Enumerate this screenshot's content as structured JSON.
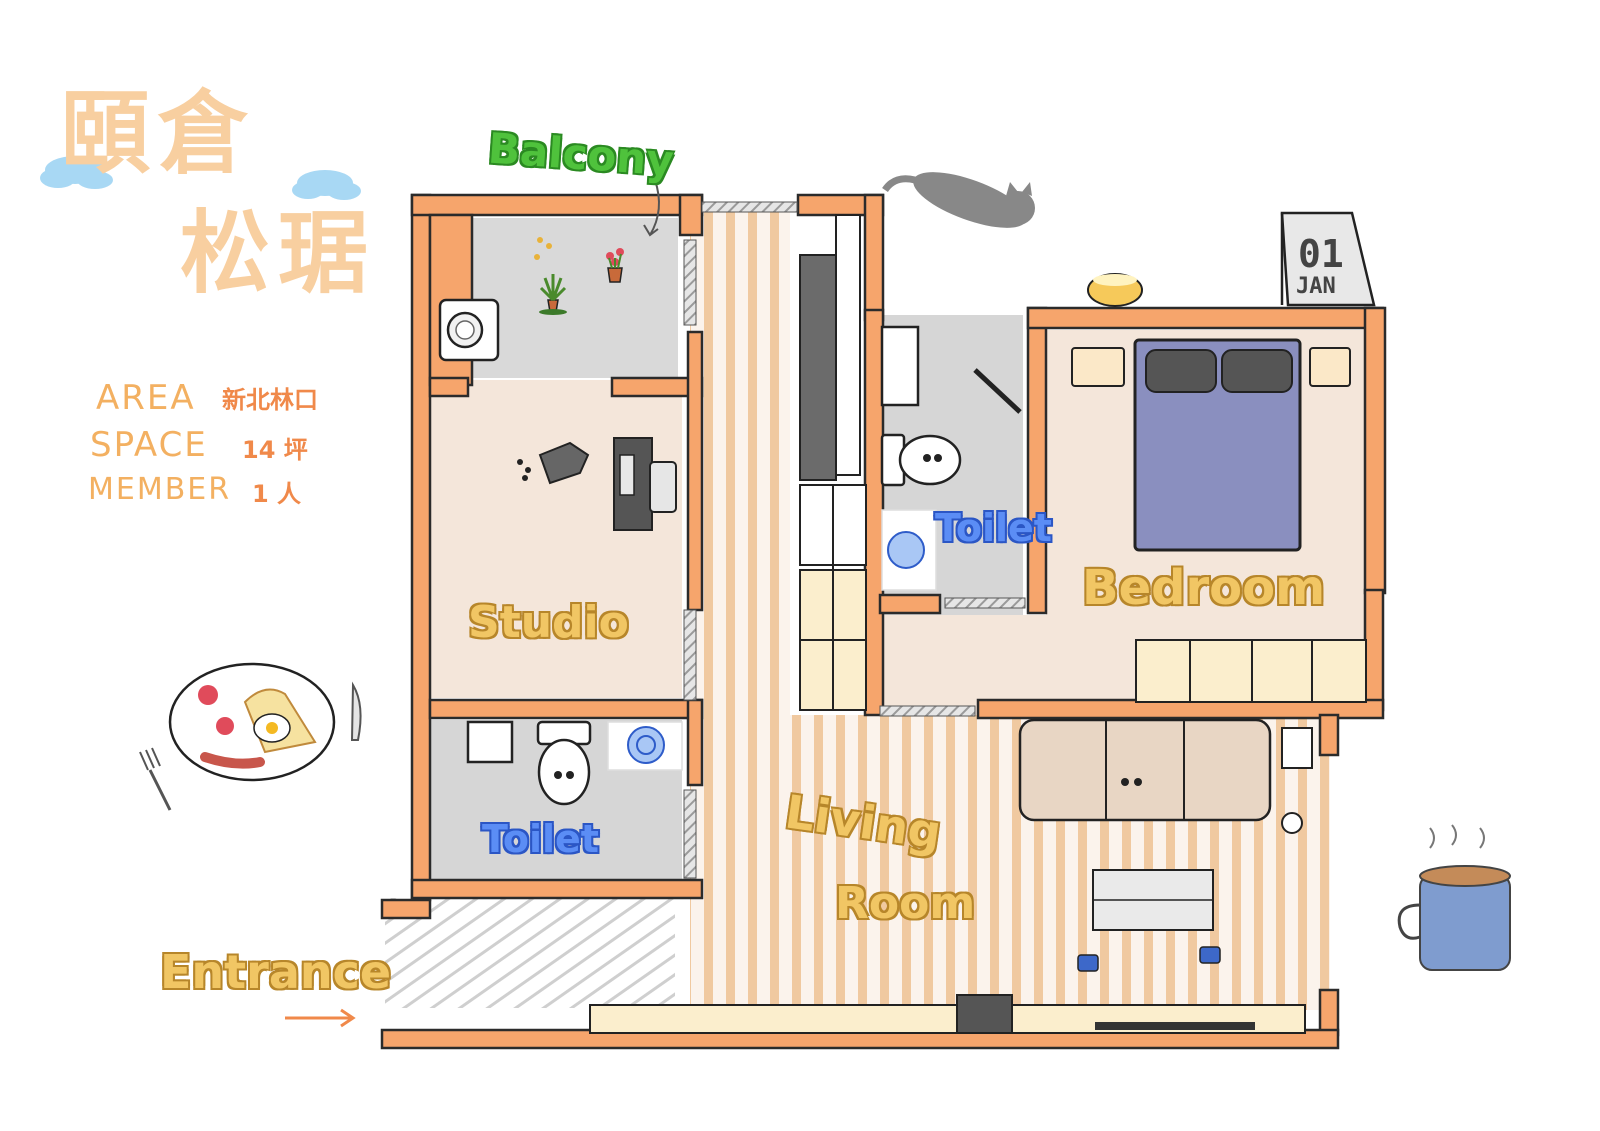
{
  "title": {
    "line1": "頤倉",
    "line2": "松琚"
  },
  "info": {
    "area_label": "AREA",
    "area_value": "新北林口",
    "space_label": "SPACE",
    "space_value": "14 坪",
    "member_label": "MEMBER",
    "member_value": "1 人"
  },
  "rooms": {
    "balcony": "Balcony",
    "studio": "Studio",
    "toilet_left": "Toilet",
    "toilet_right": "Toilet",
    "bedroom": "Bedroom",
    "living_line1": "Living",
    "living_line2": "Room",
    "entrance": "Entrance"
  },
  "calendar": {
    "day": "01",
    "month": "JAN"
  },
  "colors": {
    "wall": "#f6a56c",
    "wall_outline": "#2b2b2b",
    "floor_wood": "#f3e4d6",
    "floor_stripe": "#f0c9a0",
    "tile_gray": "#d9d9d9",
    "bed_blue": "#8a8fbf",
    "sofa": "#e8d6c4",
    "label_yellow": "#f1c664",
    "label_blue": "#5b8df5",
    "label_green": "#4fc23c"
  },
  "icons": [
    "cloud-icon",
    "washing-machine-icon",
    "plant-icon",
    "desk-chair-icon",
    "toilet-icon",
    "sink-icon",
    "cat-icon",
    "pet-bowl-icon",
    "calendar-icon",
    "plate-breakfast-icon",
    "fork-icon",
    "knife-icon",
    "coffee-mug-icon",
    "sofa-icon",
    "bed-icon"
  ]
}
